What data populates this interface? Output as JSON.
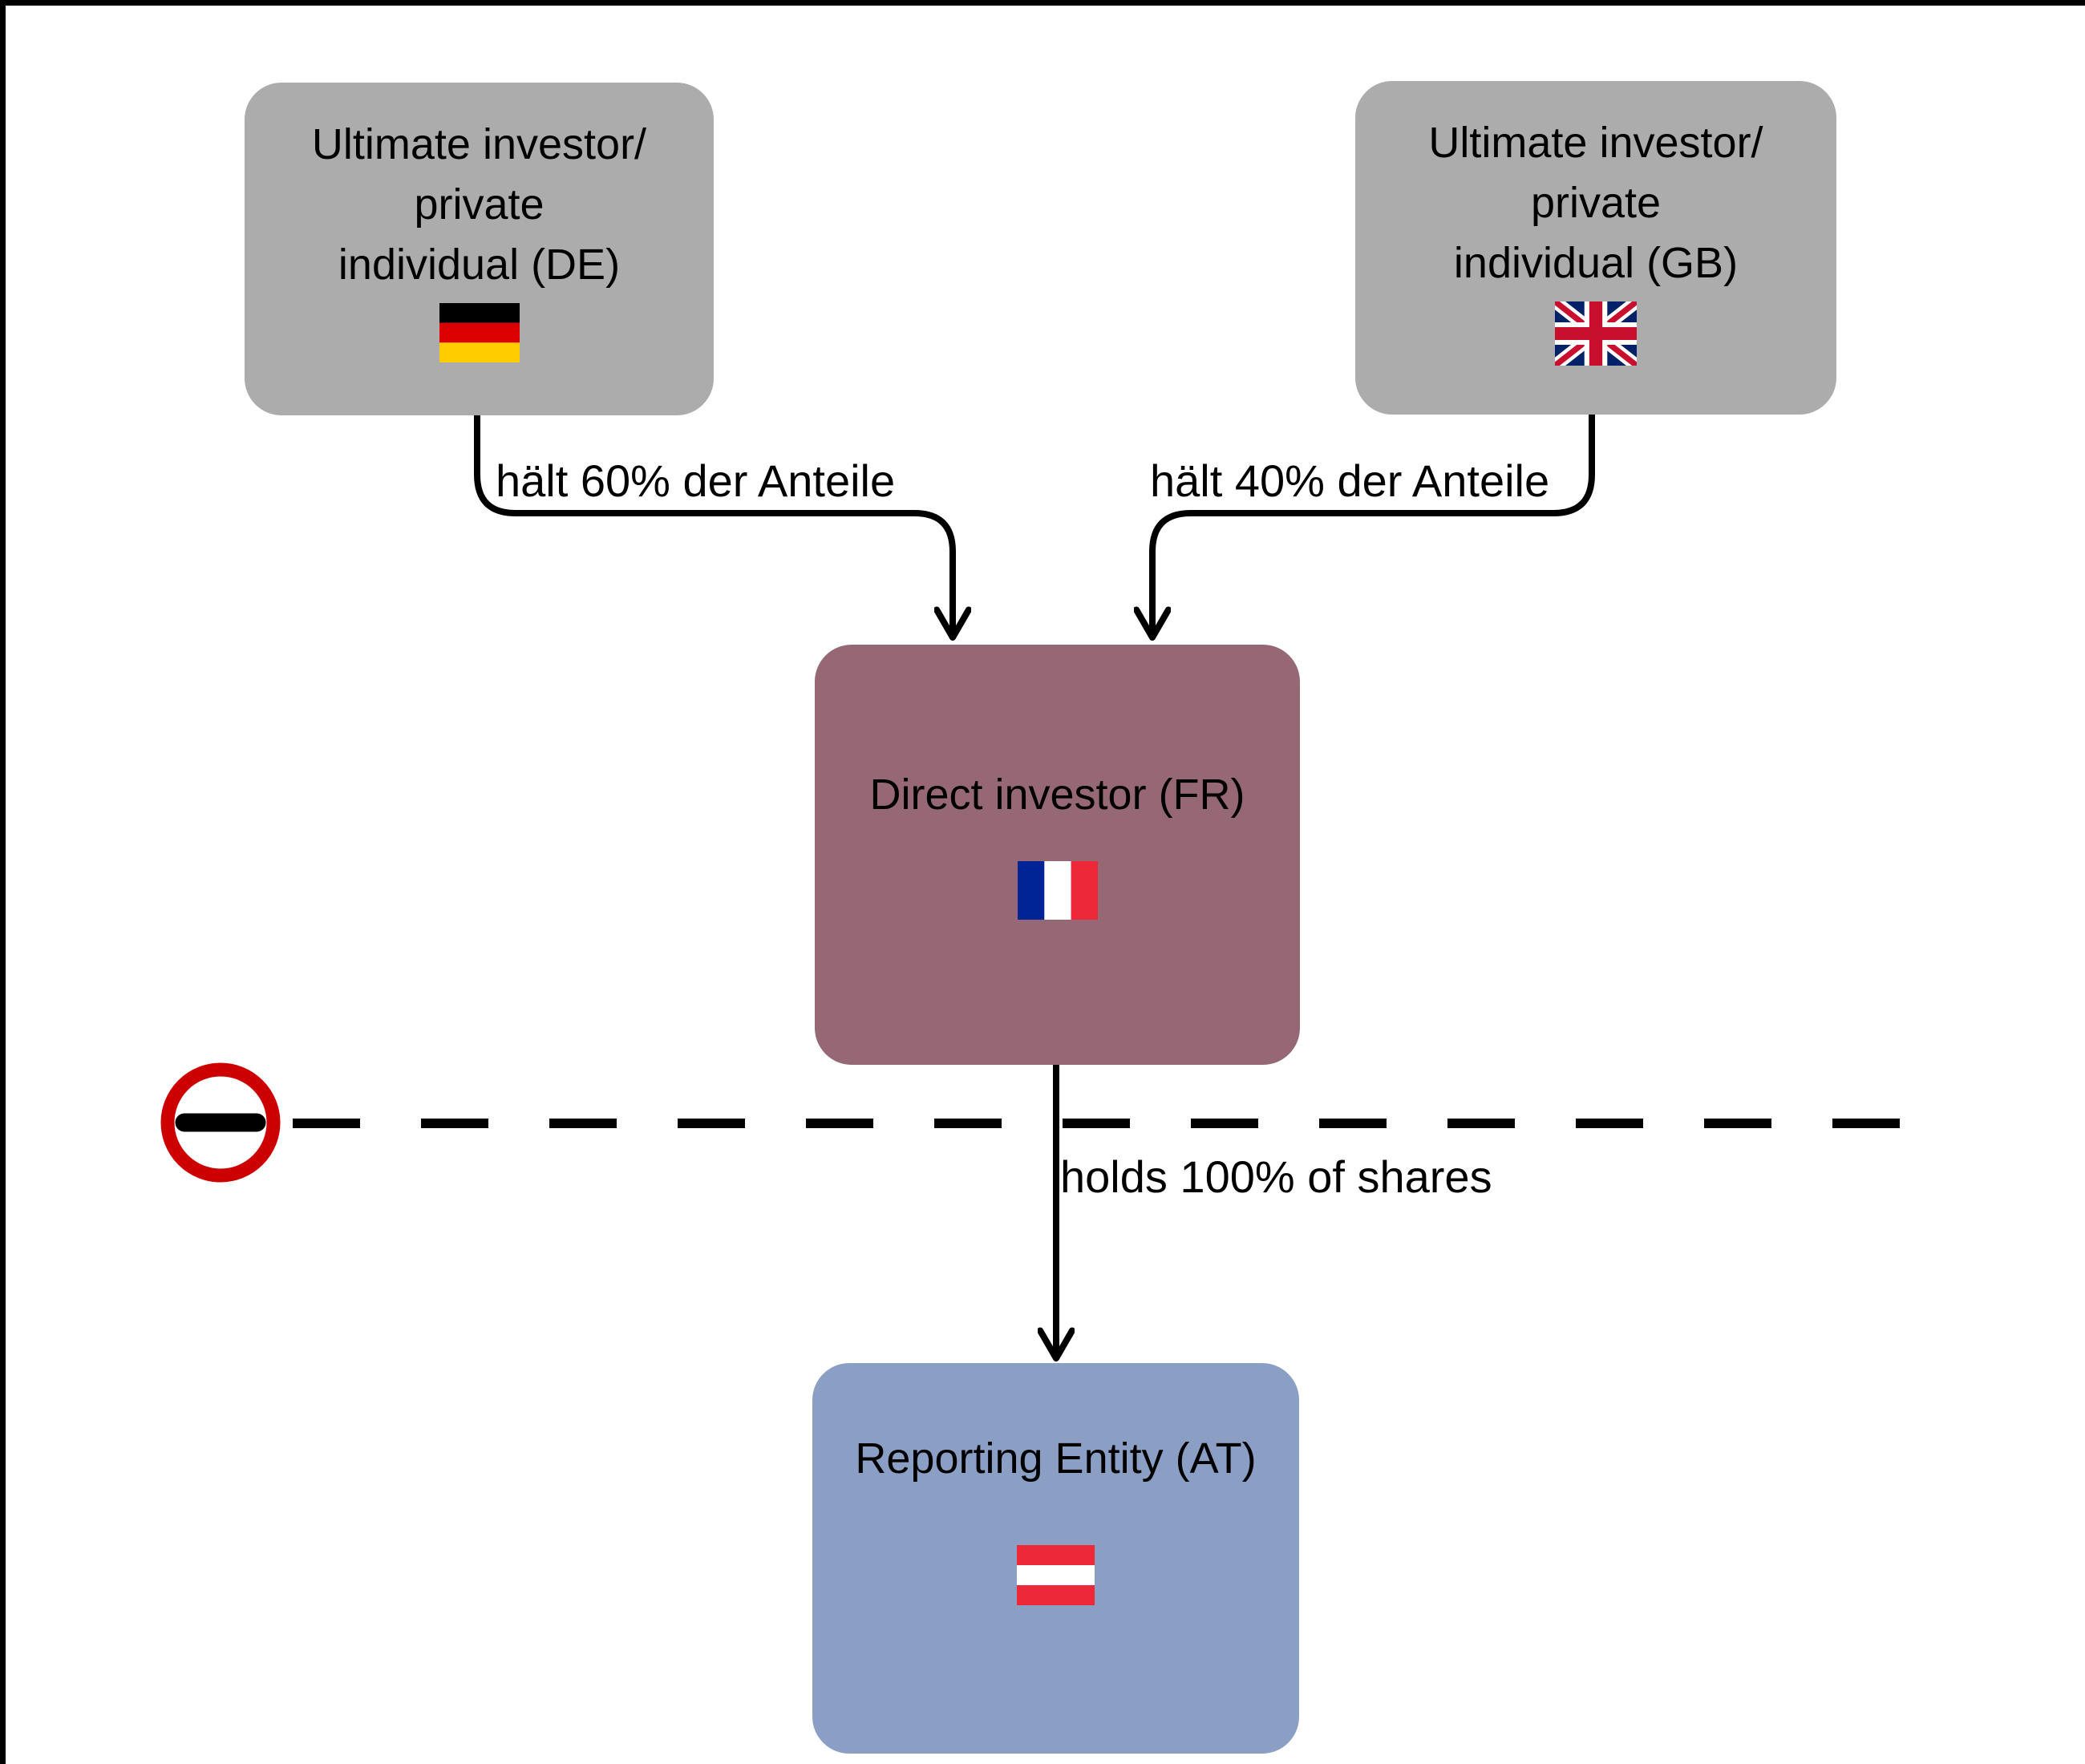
{
  "frame": {
    "background": "#FFFFFF",
    "top_border_color": "#000000",
    "left_border_color": "#000000"
  },
  "nodes": {
    "ultimate_investor_de": {
      "lines": [
        "Ultimate investor/",
        "private",
        "individual (DE)"
      ],
      "flag": "germany-flag-icon",
      "fill": "#ACACAC",
      "text_color": "#000000"
    },
    "ultimate_investor_gb": {
      "lines": [
        "Ultimate investor/",
        "private",
        "individual (GB)"
      ],
      "flag": "uk-flag-icon",
      "fill": "#ACACAC",
      "text_color": "#000000"
    },
    "direct_investor_fr": {
      "label": "Direct investor (FR)",
      "flag": "france-flag-icon",
      "fill": "#966876",
      "text_color": "#000000"
    },
    "reporting_entity_at": {
      "label": "Reporting Entity (AT)",
      "flag": "austria-flag-icon",
      "fill": "#8B9EC4",
      "text_color": "#000000"
    }
  },
  "edges": {
    "de_to_fr": {
      "from": "ultimate_investor_de",
      "to": "direct_investor_fr",
      "label": "hält 60% der Anteile",
      "color": "#000000"
    },
    "gb_to_fr": {
      "from": "ultimate_investor_gb",
      "to": "direct_investor_fr",
      "label": "hält 40% der Anteile",
      "color": "#000000"
    },
    "fr_to_at": {
      "from": "direct_investor_fr",
      "to": "reporting_entity_at",
      "label": "holds 100% of shares",
      "color": "#000000"
    }
  },
  "separator": {
    "icon": "no-entry-icon",
    "ring_color": "#CC0000",
    "bar_color": "#000000",
    "line_color": "#000000",
    "line_style": "dashed"
  },
  "flags": {
    "germany": [
      "#000000",
      "#DD0000",
      "#FFCC00"
    ],
    "france": [
      "#002395",
      "#FFFFFF",
      "#ED2939"
    ],
    "austria": [
      "#ED2939",
      "#FFFFFF",
      "#ED2939"
    ],
    "uk": {
      "field": "#012169",
      "cross_red": "#C8102E",
      "cross_white": "#FFFFFF"
    }
  }
}
